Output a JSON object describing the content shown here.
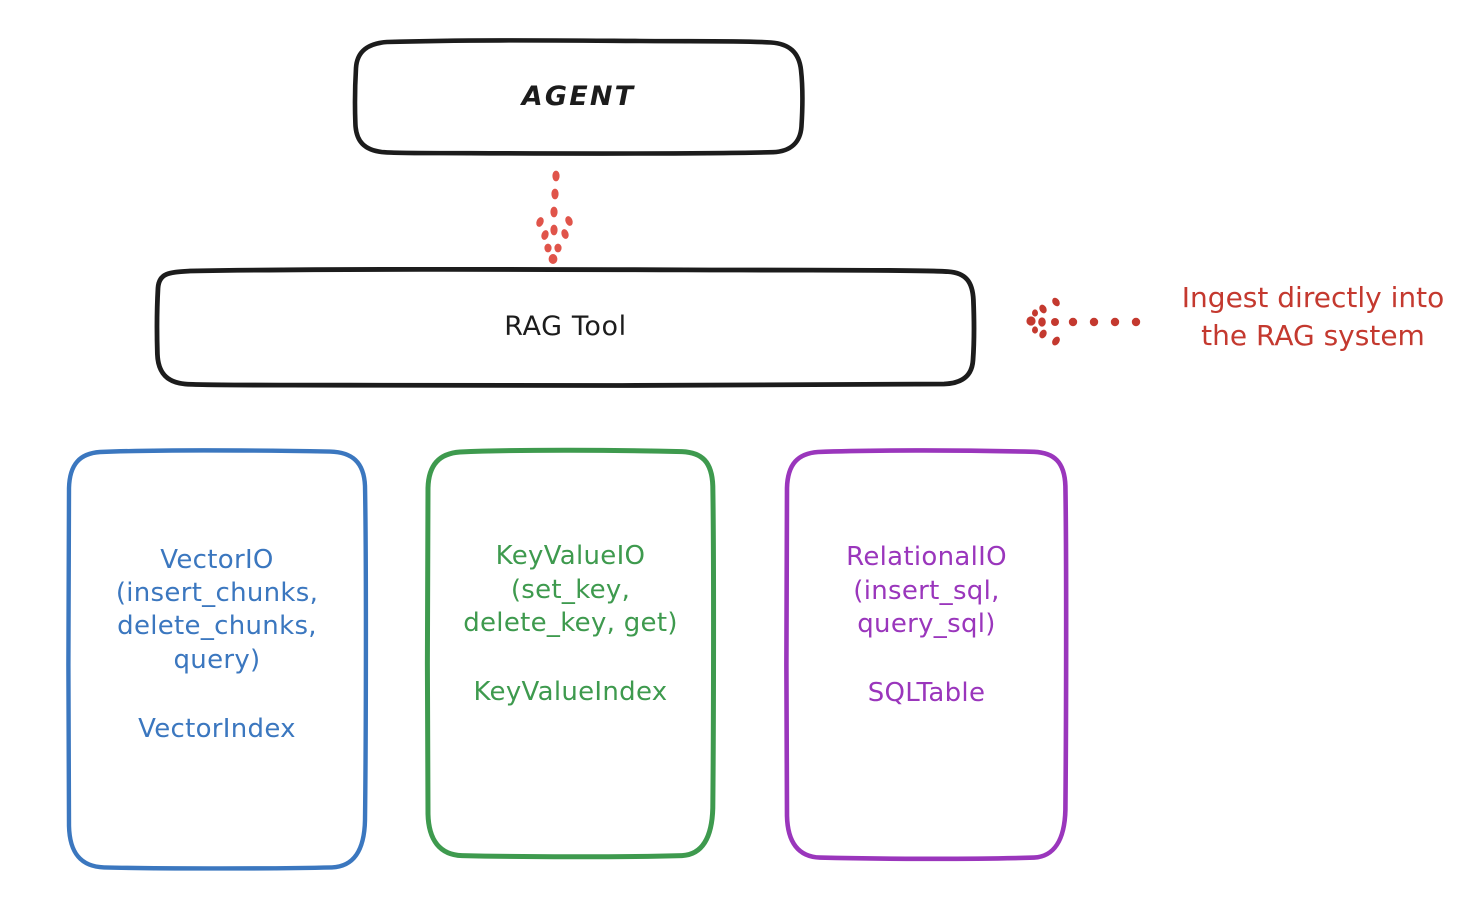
{
  "diagram": {
    "title_node": {
      "label": "AGENT"
    },
    "tool_node": {
      "label": "RAG Tool"
    },
    "annotation": {
      "text": "Ingest directly into\nthe RAG system",
      "color": "#c4392f",
      "arrow": "dotted-arrow-left-icon"
    },
    "connector": {
      "from": "AGENT",
      "to": "RAG Tool",
      "style": "dotted-arrow-down-icon",
      "color": "#e0544a"
    },
    "stores": [
      {
        "id": "vectorio",
        "label": "VectorIO\n(insert_chunks,\ndelete_chunks,\nquery)",
        "sub": "VectorIndex",
        "color": "#3b77bf"
      },
      {
        "id": "keyvalueio",
        "label": "KeyValueIO\n(set_key,\ndelete_key, get)",
        "sub": "KeyValueIndex",
        "color": "#3e9a4e"
      },
      {
        "id": "relationalio",
        "label": "RelationalIO\n(insert_sql,\nquery_sql)",
        "sub": "SQLTable",
        "color": "#9a36bc"
      }
    ],
    "colors": {
      "stroke_dark": "#1c1c1c",
      "background": "#ffffff",
      "blue": "#3b77bf",
      "green": "#3e9a4e",
      "purple": "#9a36bc",
      "red": "#c4392f",
      "coral": "#e0544a"
    }
  }
}
